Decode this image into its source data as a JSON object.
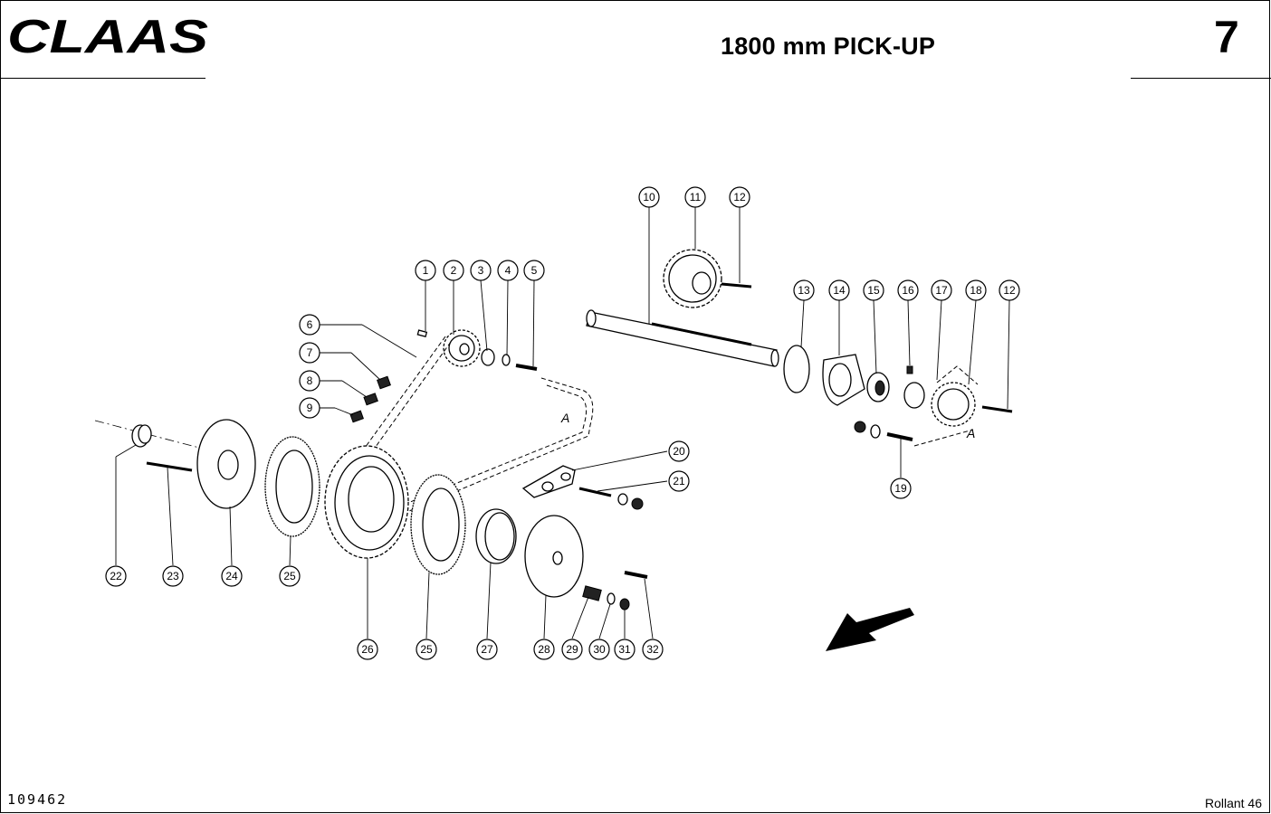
{
  "header": {
    "brand": "CLAAS",
    "title": "1800 mm PICK-UP",
    "page_number": "7"
  },
  "footer": {
    "drawing_number": "109462",
    "model": "Rollant 46"
  },
  "diagram": {
    "chain_label": "A",
    "callouts": [
      "1",
      "2",
      "3",
      "4",
      "5",
      "6",
      "7",
      "8",
      "9",
      "10",
      "11",
      "12",
      "12",
      "13",
      "14",
      "15",
      "16",
      "17",
      "18",
      "19",
      "20",
      "21",
      "22",
      "23",
      "24",
      "25",
      "25",
      "26",
      "27",
      "28",
      "29",
      "30",
      "31",
      "32"
    ]
  }
}
